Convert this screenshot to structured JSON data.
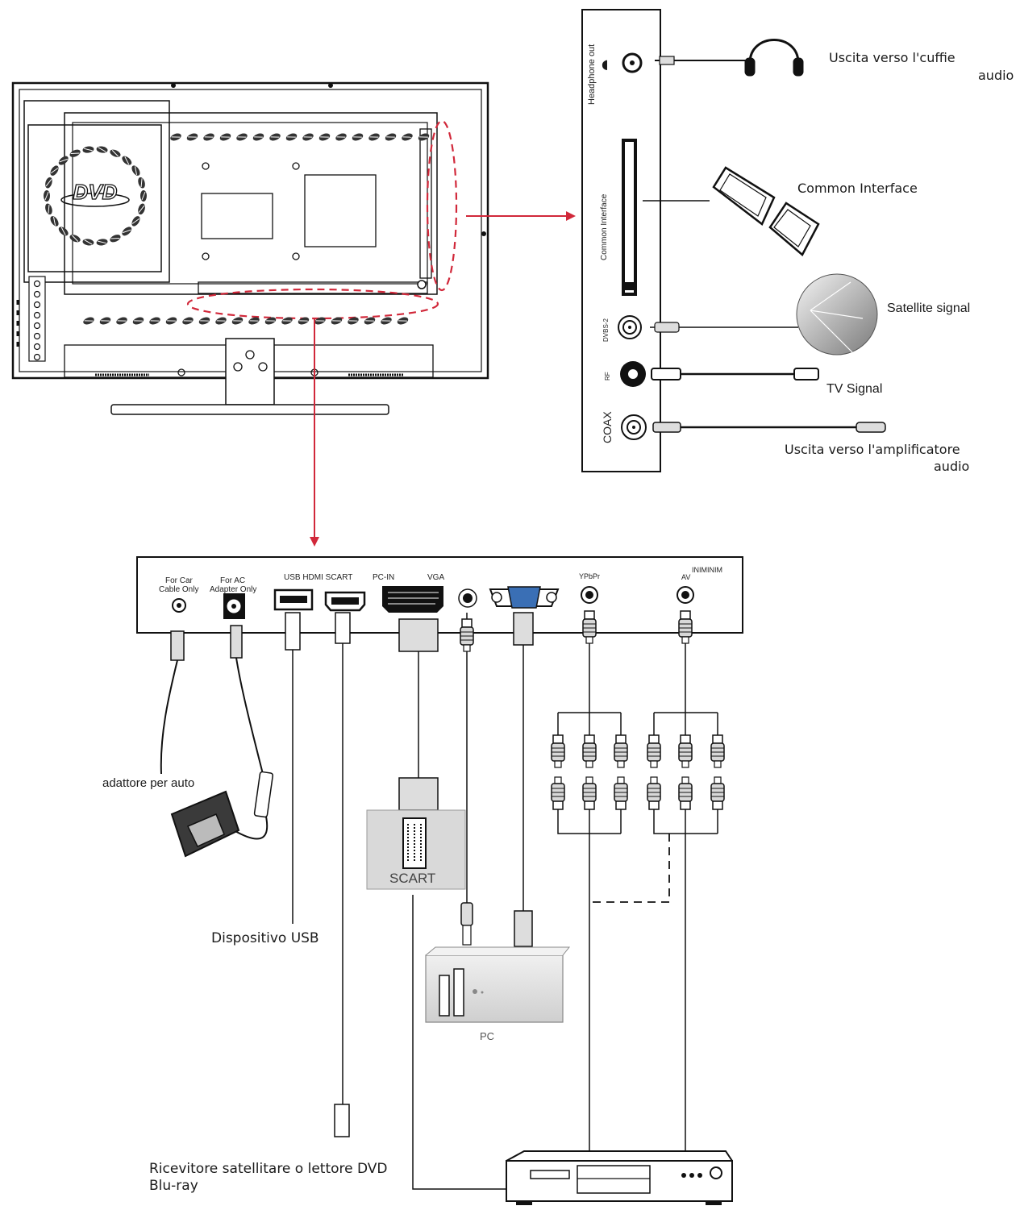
{
  "colors": {
    "accent": "#d1283a",
    "line": "#111111",
    "gray": "#8a8a8a",
    "panel_fill": "#e6e6e6"
  },
  "side_panel": {
    "headphone_label": "Headphone out",
    "common_interface_label": "Common Interface",
    "dvbs_label": "DVBS-2",
    "rf_label": "RF",
    "coax_label": "COAX"
  },
  "side_callouts": {
    "headphone_line1": "Uscita verso l'cuffie",
    "headphone_line2": "audio",
    "common_interface": "Common Interface",
    "satellite": "Satellite signal",
    "tv_signal": "TV Signal",
    "coax_line1": "Uscita verso l'amplificatore",
    "coax_line2": "audio"
  },
  "bottom_panel": {
    "car_line1": "For Car",
    "car_line2": "Cable Only",
    "ac_line1": "For AC",
    "ac_line2": "Adapter Only",
    "usb_hdmi_scart": "USB HDMI SCART",
    "pc_in": "PC-IN",
    "vga": "VGA",
    "ypbpr": "YPbPr",
    "av": "AV",
    "av_extra": "INIMINIM"
  },
  "callouts": {
    "car_adapter": "adattore per auto",
    "usb_device": "Dispositivo USB",
    "scart": "SCART",
    "pc": "PC",
    "receiver_line1": "Ricevitore satellitare o lettore DVD",
    "receiver_line2": "Blu-ray"
  },
  "icons": [
    "dvd-logo-icon",
    "headphones-icon",
    "ci-card-icon",
    "satellite-dish-icon",
    "power-plug-icon",
    "computer-tower-icon",
    "dvd-player-icon",
    "scart-plug-icon"
  ]
}
